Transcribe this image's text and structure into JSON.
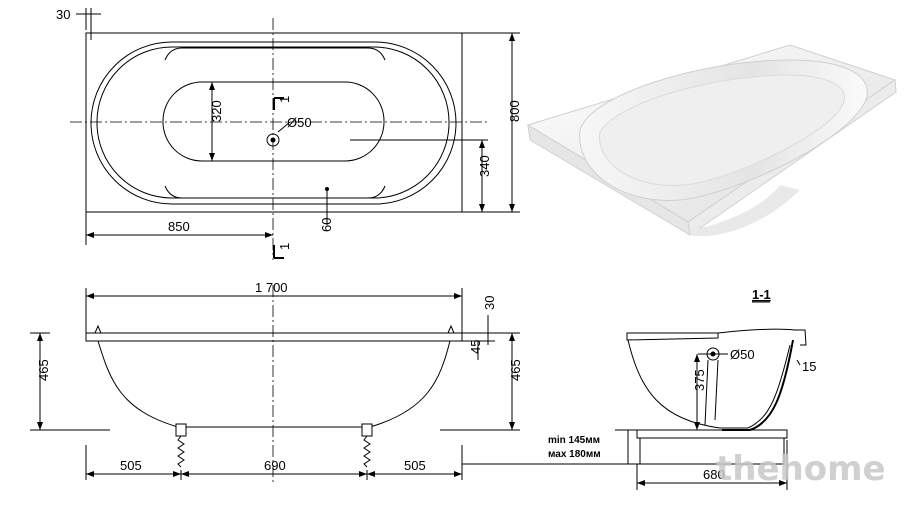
{
  "top_view": {
    "dims": {
      "wall": "30",
      "half_length": "850",
      "inner_width": "320",
      "drain": "Ø50",
      "drain_offset": "340",
      "width": "800",
      "rim_gap": "60"
    },
    "section_marks": [
      "1",
      "1"
    ]
  },
  "front_view": {
    "dims": {
      "length": "1 700",
      "rim": "30",
      "lip": "45",
      "height_left": "465",
      "height_right": "465",
      "leg_left": "505",
      "leg_span": "690",
      "leg_right": "505"
    }
  },
  "section_view": {
    "title": "1-1",
    "dims": {
      "drain": "Ø50",
      "lip": "15",
      "drain_height": "375",
      "depth": "680"
    },
    "leg_note_min": "min 145мм",
    "leg_note_max": "мах 180мм"
  },
  "photo": {
    "subject": "bathtub-photo"
  },
  "watermark": "thehome",
  "colors": {
    "line": "#000000",
    "photo_bg": "#ffffff",
    "tub": "#f2f2f2",
    "watermark": "#c8c8c8"
  }
}
